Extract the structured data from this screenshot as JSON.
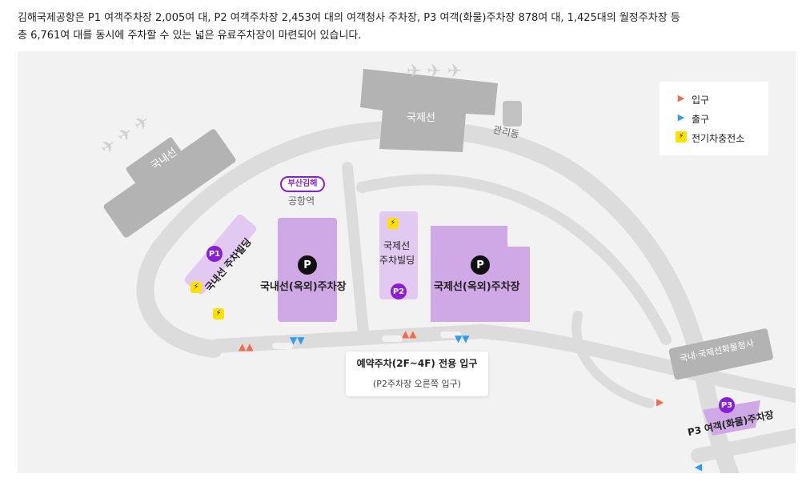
{
  "intro": {
    "line1": "김해국제공항은 P1 여객주차장 2,005여 대, P2 여객주차장 2,453여 대의 여객청사 주차장, P3 여객(화물)주차장 878여 대, 1,425대의 월정주차장 등",
    "line2": "총 6,761여 대를 동시에 주차할 수 있는 넓은 유료주차장이 마련되어 있습니다."
  },
  "map": {
    "domestic_terminal": "국내선",
    "international_terminal": "국제선",
    "admin_building": "관리동",
    "station_badge": "부산김해",
    "station_name": "공항역",
    "p1_badge": "P1",
    "p1_label": "국내선 주차빌딩",
    "p2_badge": "P2",
    "p2_label_line1": "국제선",
    "p2_label_line2": "주차빌딩",
    "p3_badge": "P3",
    "p3_label": "P3 여객(화물)주차장",
    "parking_symbol": "P",
    "domestic_outdoor": "국내선(옥외)주차장",
    "international_outdoor": "국제선(옥외)주차장",
    "cargo_terminal": "국내·국제선화물청사",
    "callout_title": "예약주차(2F~4F) 전용 입구",
    "callout_sub": "(P2주차장 오른쪽 입구)"
  },
  "legend": {
    "entrance": "입구",
    "exit": "출구",
    "ev": "전기차충전소",
    "entrance_color": "#f26b4a",
    "exit_color": "#2e9cf0",
    "ev_color": "#ffe100",
    "entrance_icon": "entrance-arrow-icon",
    "exit_icon": "exit-arrow-icon",
    "ev_icon": "ev-charger-icon"
  },
  "colors": {
    "lot": "#cfa8e6",
    "building": "#e2c9f1",
    "badge": "#8a1ed8",
    "terminal": "#b3b3b3",
    "road": "#dcdcdc"
  }
}
